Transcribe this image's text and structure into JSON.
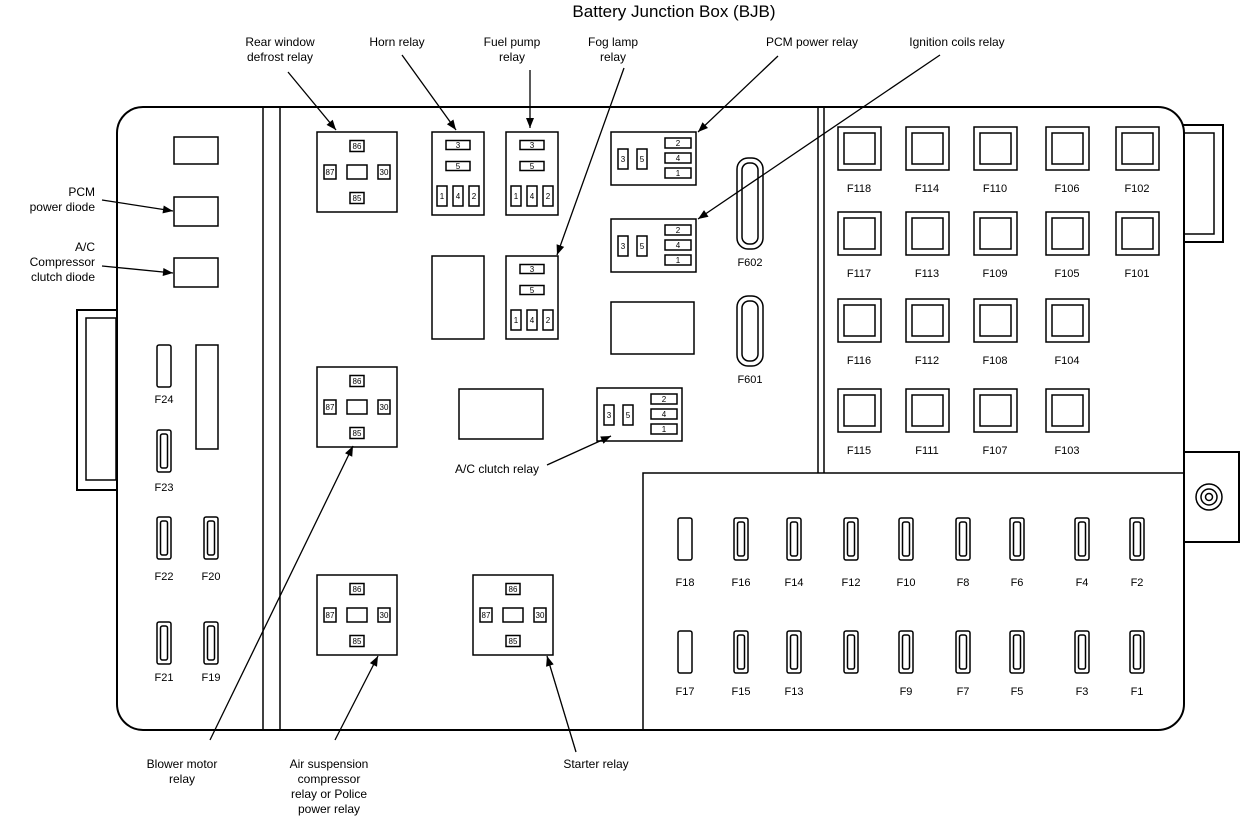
{
  "title": "Battery Junction Box (BJB)",
  "callouts": {
    "rear_window_defrost_relay": [
      "Rear window",
      "defrost relay"
    ],
    "horn_relay": [
      "Horn relay"
    ],
    "fuel_pump_relay": [
      "Fuel pump",
      "relay"
    ],
    "fog_lamp_relay": [
      "Fog lamp",
      "relay"
    ],
    "pcm_power_relay": [
      "PCM power relay"
    ],
    "ignition_coils_relay": [
      "Ignition coils relay"
    ],
    "pcm_power_diode": [
      "PCM",
      "power diode"
    ],
    "ac_compressor_clutch_diode": [
      "A/C",
      "Compressor",
      "clutch diode"
    ],
    "ac_clutch_relay": [
      "A/C clutch relay"
    ],
    "blower_motor_relay": [
      "Blower motor",
      "relay"
    ],
    "air_suspension_relay": [
      "Air suspension",
      "compressor",
      "relay or Police",
      "power relay"
    ],
    "starter_relay": [
      "Starter relay"
    ]
  },
  "relay_pins": {
    "iso_top": "86",
    "iso_left": "87",
    "iso_right": "30",
    "iso_bottom": "85",
    "mini_top": "3",
    "mini_mid": "5",
    "mini_b1": "1",
    "mini_b2": "4",
    "mini_b3": "2"
  },
  "large_fuses": [
    [
      "F118",
      "F114",
      "F110",
      "F106",
      "F102"
    ],
    [
      "F117",
      "F113",
      "F109",
      "F105",
      "F101"
    ],
    [
      "F116",
      "F112",
      "F108",
      "F104"
    ],
    [
      "F115",
      "F111",
      "F107",
      "F103"
    ]
  ],
  "mini_fuses_top": [
    "F18",
    "F16",
    "F14",
    "F12",
    "F10",
    "F8",
    "F6",
    "F4",
    "F2"
  ],
  "mini_fuses_bottom": [
    "F17",
    "F15",
    "F13",
    "",
    "F9",
    "F7",
    "F5",
    "F3",
    "F1"
  ],
  "cartridge_fuses": [
    "F602",
    "F601"
  ],
  "left_fuses": [
    "F24",
    "F23",
    "F22",
    "F20",
    "F21",
    "F19"
  ]
}
